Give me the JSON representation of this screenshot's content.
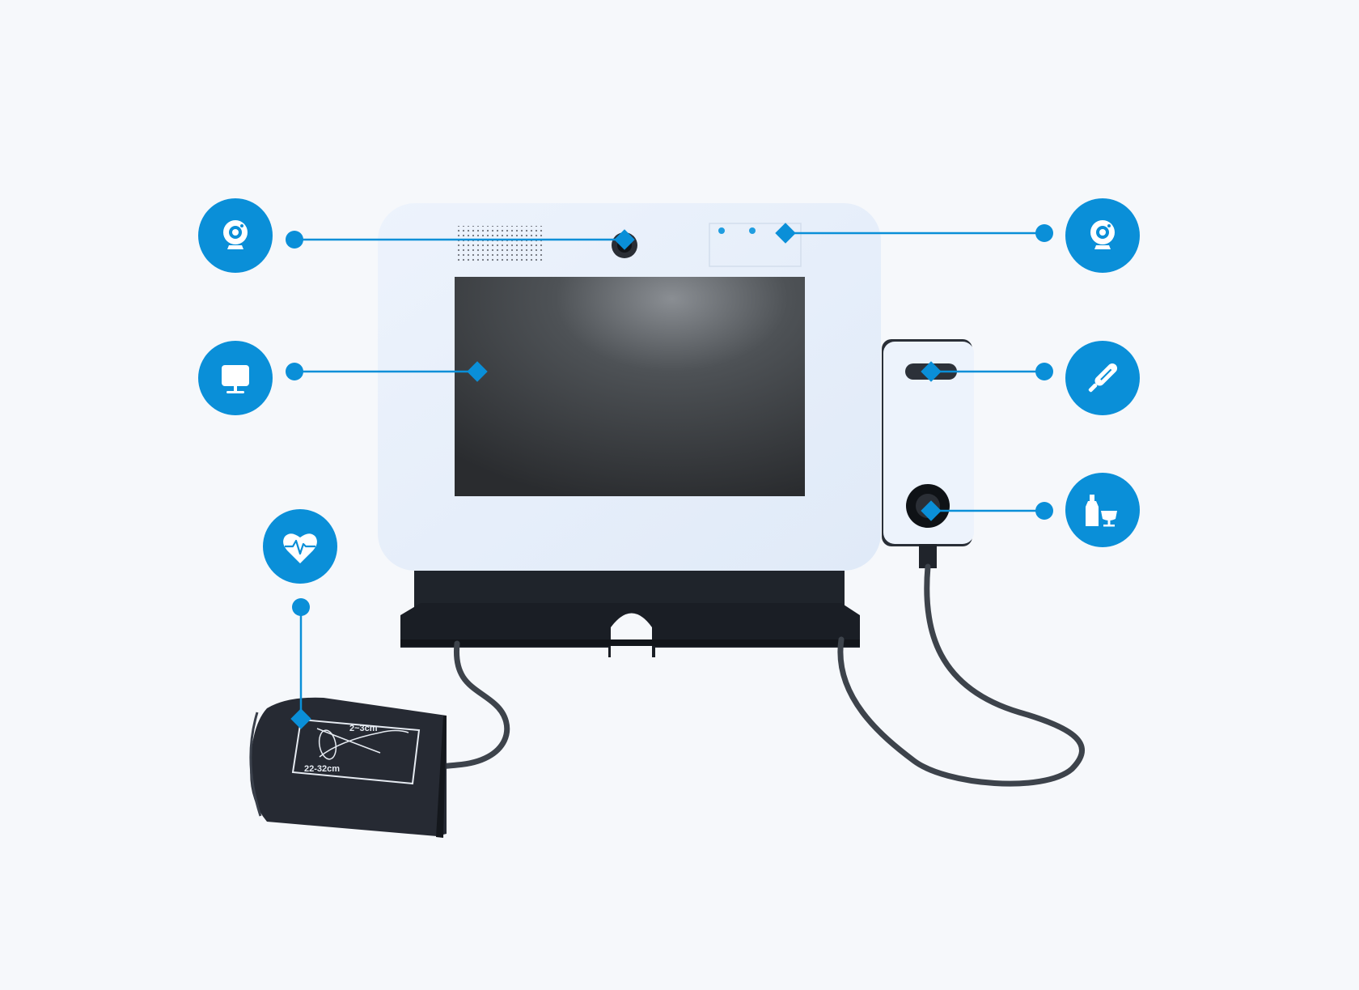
{
  "accent_color": "#0a8fd8",
  "background_color": "#f6f8fb",
  "device": {
    "body_color": "#e6effb",
    "screen_color": "#2f3134",
    "base_color": "#1f242b",
    "cable_color": "#3d434b",
    "cuff_color": "#262a33",
    "cuff_label_top": "2~3cm",
    "cuff_label_bottom": "22-32cm"
  },
  "callouts": [
    {
      "id": "front-camera",
      "icon": "webcam-icon"
    },
    {
      "id": "top-right-camera",
      "icon": "webcam-icon"
    },
    {
      "id": "touch-screen",
      "icon": "monitor-icon"
    },
    {
      "id": "thermometer",
      "icon": "thermometer-icon"
    },
    {
      "id": "alcohol-sensor",
      "icon": "bottle-glass-icon"
    },
    {
      "id": "blood-pressure-cuff",
      "icon": "heart-pulse-icon"
    }
  ]
}
